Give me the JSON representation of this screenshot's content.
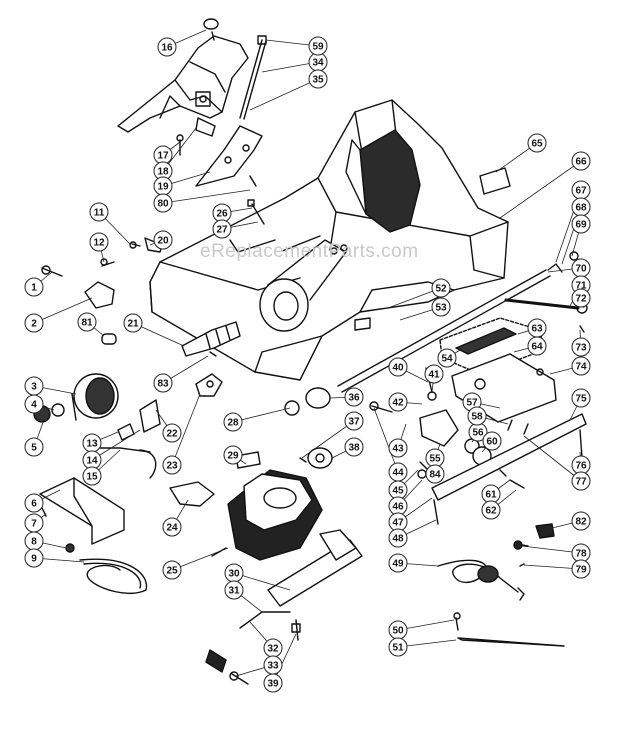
{
  "watermark": "eReplacementParts.com",
  "callouts": [
    "1",
    "2",
    "3",
    "4",
    "5",
    "6",
    "7",
    "8",
    "9",
    "11",
    "12",
    "13",
    "14",
    "15",
    "16",
    "17",
    "18",
    "19",
    "20",
    "21",
    "22",
    "23",
    "24",
    "25",
    "26",
    "27",
    "28",
    "29",
    "30",
    "31",
    "32",
    "33",
    "34",
    "35",
    "36",
    "37",
    "38",
    "39",
    "40",
    "41",
    "42",
    "43",
    "44",
    "45",
    "46",
    "47",
    "48",
    "49",
    "50",
    "51",
    "52",
    "53",
    "54",
    "55",
    "56",
    "57",
    "58",
    "59",
    "60",
    "61",
    "62",
    "63",
    "64",
    "65",
    "66",
    "67",
    "68",
    "69",
    "70",
    "71",
    "72",
    "73",
    "74",
    "75",
    "76",
    "77",
    "78",
    "79",
    "80",
    "81",
    "82",
    "83",
    "84"
  ]
}
